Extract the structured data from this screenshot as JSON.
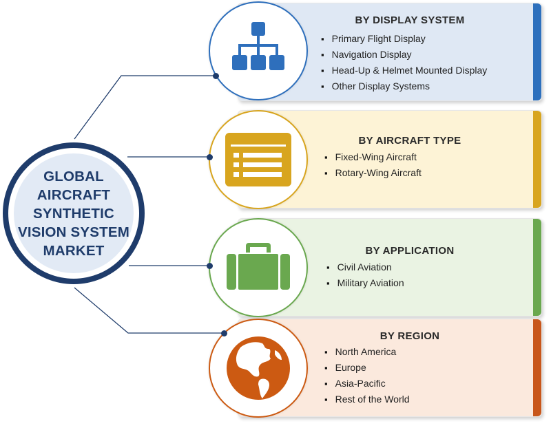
{
  "hub": {
    "title": "GLOBAL\nAIRCRAFT\nSYNTHETIC\nVISION SYSTEM\nMARKET"
  },
  "segments": [
    {
      "title": "BY DISPLAY SYSTEM",
      "icon": "hierarchy-icon",
      "color": "#2e6fbc",
      "card_bg": "#dfe8f4",
      "stripe": "#2d70bd",
      "items": [
        "Primary Flight Display",
        "Navigation Display",
        "Head-Up & Helmet Mounted Display",
        "Other Display Systems"
      ]
    },
    {
      "title": "BY AIRCRAFT TYPE",
      "icon": "list-window-icon",
      "color": "#d8a51f",
      "card_bg": "#fdf3d6",
      "stripe": "#d8a51f",
      "items": [
        "Fixed-Wing Aircraft",
        "Rotary-Wing Aircraft"
      ]
    },
    {
      "title": "BY APPLICATION",
      "icon": "briefcase-icon",
      "color": "#6aa84f",
      "card_bg": "#eaf3e3",
      "stripe": "#6aa84f",
      "items": [
        "Civil Aviation",
        "Military Aviation"
      ]
    },
    {
      "title": "BY REGION",
      "icon": "globe-icon",
      "color": "#cc5a12",
      "card_bg": "#fbe9dd",
      "stripe": "#c8561a",
      "items": [
        "North America",
        "Europe",
        "Asia-Pacific",
        "Rest of the World"
      ]
    }
  ]
}
